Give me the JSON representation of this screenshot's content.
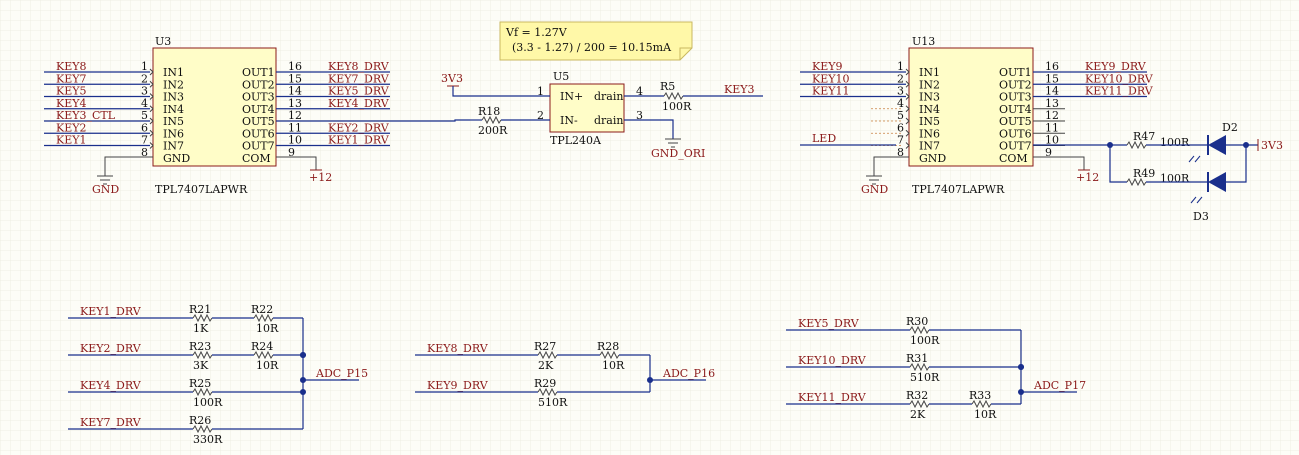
{
  "note": {
    "line1": "Vf = 1.27V",
    "line2": "(3.3 - 1.27) / 200 = 10.15mA"
  },
  "u3": {
    "ref": "U3",
    "part": "TPL7407LAPWR",
    "gnd": "GND",
    "pwr": "+12",
    "inputs": [
      {
        "net": "KEY8",
        "pin": "1",
        "name": "IN1"
      },
      {
        "net": "KEY7",
        "pin": "2",
        "name": "IN2"
      },
      {
        "net": "KEY5",
        "pin": "3",
        "name": "IN3"
      },
      {
        "net": "KEY4",
        "pin": "4",
        "name": "IN4"
      },
      {
        "net": "KEY3_CTL",
        "pin": "5",
        "name": "IN5"
      },
      {
        "net": "KEY2",
        "pin": "6",
        "name": "IN6"
      },
      {
        "net": "KEY1",
        "pin": "7",
        "name": "IN7"
      },
      {
        "net": "",
        "pin": "8",
        "name": "GND"
      }
    ],
    "outputs": [
      {
        "net": "KEY8_DRV",
        "pin": "16",
        "name": "OUT1"
      },
      {
        "net": "KEY7_DRV",
        "pin": "15",
        "name": "OUT2"
      },
      {
        "net": "KEY5_DRV",
        "pin": "14",
        "name": "OUT3"
      },
      {
        "net": "KEY4_DRV",
        "pin": "13",
        "name": "OUT4"
      },
      {
        "net": "",
        "pin": "12",
        "name": "OUT5"
      },
      {
        "net": "KEY2_DRV",
        "pin": "11",
        "name": "OUT6"
      },
      {
        "net": "KEY1_DRV",
        "pin": "10",
        "name": "OUT7"
      },
      {
        "net": "",
        "pin": "9",
        "name": "COM"
      }
    ]
  },
  "u5": {
    "ref": "U5",
    "part": "TPL240A",
    "pwr": "3V3",
    "pin1": "1",
    "pin1_name": "IN+",
    "pin2": "2",
    "pin2_name": "IN-",
    "pin4": "4",
    "pin4_name": "drain",
    "pin3": "3",
    "pin3_name": "drain",
    "r18": "R18",
    "r18_val": "200R",
    "r5": "R5",
    "r5_val": "100R",
    "out_net": "KEY3",
    "gnd": "GND_ORI"
  },
  "u13": {
    "ref": "U13",
    "part": "TPL7407LAPWR",
    "gnd": "GND",
    "pwr": "+12",
    "led_net": "LED",
    "inputs": [
      {
        "net": "KEY9",
        "pin": "1",
        "name": "IN1"
      },
      {
        "net": "KEY10",
        "pin": "2",
        "name": "IN2"
      },
      {
        "net": "KEY11",
        "pin": "3",
        "name": "IN3"
      },
      {
        "net": "",
        "pin": "4",
        "name": "IN4"
      },
      {
        "net": "",
        "pin": "5",
        "name": "IN5"
      },
      {
        "net": "",
        "pin": "6",
        "name": "IN6"
      },
      {
        "net": "",
        "pin": "7",
        "name": "IN7"
      },
      {
        "net": "",
        "pin": "8",
        "name": "GND"
      }
    ],
    "outputs": [
      {
        "net": "KEY9_DRV",
        "pin": "16",
        "name": "OUT1"
      },
      {
        "net": "KEY10_DRV",
        "pin": "15",
        "name": "OUT2"
      },
      {
        "net": "KEY11_DRV",
        "pin": "14",
        "name": "OUT3"
      },
      {
        "net": "",
        "pin": "13",
        "name": "OUT4"
      },
      {
        "net": "",
        "pin": "12",
        "name": "OUT5"
      },
      {
        "net": "",
        "pin": "11",
        "name": "OUT6"
      },
      {
        "net": "",
        "pin": "10",
        "name": "OUT7"
      },
      {
        "net": "",
        "pin": "9",
        "name": "COM"
      }
    ],
    "r47": "R47",
    "r47_val": "100R",
    "r49": "R49",
    "r49_val": "100R",
    "d2": "D2",
    "d3": "D3",
    "v3v3": "3V3"
  },
  "adc15": {
    "label": "ADC_P15",
    "rows": [
      {
        "net": "KEY1_DRV",
        "r1": "R21",
        "v1": "1K",
        "r2": "R22",
        "v2": "10R"
      },
      {
        "net": "KEY2_DRV",
        "r1": "R23",
        "v1": "3K",
        "r2": "R24",
        "v2": "10R"
      },
      {
        "net": "KEY4_DRV",
        "r1": "R25",
        "v1": "100R"
      },
      {
        "net": "KEY7_DRV",
        "r1": "R26",
        "v1": "330R"
      }
    ]
  },
  "adc16": {
    "label": "ADC_P16",
    "rows": [
      {
        "net": "KEY8_DRV",
        "r1": "R27",
        "v1": "2K",
        "r2": "R28",
        "v2": "10R"
      },
      {
        "net": "KEY9_DRV",
        "r1": "R29",
        "v1": "510R"
      }
    ]
  },
  "adc17": {
    "label": "ADC_P17",
    "rows": [
      {
        "net": "KEY5_DRV",
        "r1": "R30",
        "v1": "100R"
      },
      {
        "net": "KEY10_DRV",
        "r1": "R31",
        "v1": "510R"
      },
      {
        "net": "KEY11_DRV",
        "r1": "R32",
        "v1": "2K",
        "r2": "R33",
        "v2": "10R"
      }
    ]
  }
}
